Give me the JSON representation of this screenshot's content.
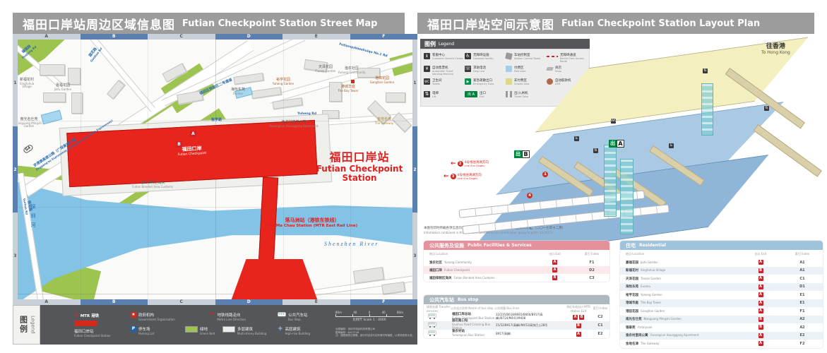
{
  "left_panel": {
    "title_zh": "福田口岸站周边区域信息图",
    "title_en": "Futian Checkpoint Station Street Map",
    "grid": {
      "cols": [
        "A",
        "B",
        "C",
        "D",
        "E",
        "F"
      ],
      "rows": [
        "1",
        "2",
        "3"
      ]
    },
    "labels": {
      "fuqiang": {
        "zh": "福强路",
        "en": "Fuqiang Rd"
      },
      "guohua": {
        "zh": "国花路",
        "en": "Guohua Rd"
      },
      "expressway": {
        "zh": "京港澳高速公路（广深高速公路）",
        "en": "Jinggang'ao Expressway (Guangzhou-shenzhen Expressway)"
      },
      "passage2": {
        "zh": "福田区保税区二号通道"
      },
      "passage1": {
        "en": "Futianqubaoshuiqu No.1 Rd"
      },
      "yuheng_rd": {
        "zh": "裕亨路",
        "en": "Yuheng Rd"
      },
      "guihua": {
        "zh": "桂花路",
        "en": "Guihua Rd"
      },
      "g4": "G4",
      "river_zh": "深圳河",
      "river_en": "Shenzhen River",
      "xinfuhua": {
        "zh": "新福花村",
        "en": "Xingfuhua Village"
      },
      "jiafu": {
        "zh": "嘉福花园",
        "en": "Jiafu Garden"
      },
      "nanguang": {
        "zh": "南光名仕苑",
        "en": "Nanguang Mingshi Garden"
      },
      "tianze": {
        "zh": "天泽花园",
        "en": "Tianze Garden"
      },
      "eureka": {
        "zh": "海怡东苑",
        "en": "Eureka"
      },
      "yuhengg": {
        "zh": "裕亨花园",
        "en": "Yuheng Garden"
      },
      "yunong": {
        "zh": "渔农社区",
        "en": "Yunong Community"
      },
      "baytower": {
        "zh": "港城华庭",
        "en": "The Bay Tower"
      },
      "gangtian": {
        "zh": "港田花园",
        "en": "Gangtian Garden"
      },
      "gateway": {
        "zh": "金地名津",
        "en": "The Gateway"
      },
      "ynapart": {
        "zh": "渔农村皇岗公寓",
        "en": "Yunongcun Huanggang Apartment"
      },
      "customs": {
        "zh": "福田保税区海关",
        "en": "Futian Bonded Area Customs"
      },
      "checkpoint": {
        "zh": "福田口岸",
        "en": "Futian Checkpoint"
      },
      "station_big": {
        "zh": "福田口岸站",
        "en": "Futian Checkpoint Station"
      },
      "lokmachau": {
        "zh": "落马洲站（港铁东铁线）",
        "en": "Lok Ma Chau Station (MTR East Rail Line)"
      },
      "exit_a": "A",
      "exit_b": "B"
    },
    "legend": {
      "tab_zh": "图例",
      "tab_en": "Legend",
      "mtr": "MTR 港铁",
      "station": {
        "zh": "福田口岸站",
        "en": "Futian Checkpoint Station"
      },
      "gov": {
        "zh": "政府机构",
        "en": "Government Organisation"
      },
      "parking": {
        "zh": "停车场",
        "en": "Parking Lot"
      },
      "green": {
        "zh": "绿地",
        "en": "Green Belt"
      },
      "metro_dir": {
        "zh": "地铁线路走向",
        "en": "Metro Line Direction"
      },
      "multi": {
        "zh": "多层建筑",
        "en": "Multi-storey Building"
      },
      "bus": {
        "zh": "公共汽车站",
        "en": "Bus Stop"
      },
      "highrise": {
        "zh": "高层建筑",
        "en": "High-rise Building"
      },
      "parking_p": "P",
      "gov_star": "★",
      "scale_ticks": [
        "80m",
        "40",
        "0",
        "40",
        "80m"
      ],
      "scale_label": "比例尺 Scale 1 : 4000",
      "fine_print": [
        "出图编制：深圳市测绘科技有限公司",
        "图审编号：6A2374B",
        "注：因图面表达需要，部分内容或与实际情况有偏差，以现场信息为准。"
      ]
    }
  },
  "right_panel": {
    "title_zh": "福田口岸站空间示意图",
    "title_en": "Futian Checkpoint Station Layout Plan",
    "legend": {
      "title_zh": "图例",
      "title_en": "Legend",
      "items": [
        {
          "icon": "customer-service",
          "zh": "客服中心",
          "en": "Customer Service Center"
        },
        {
          "icon": "wheelchair",
          "zh": "无障碍设施",
          "en": "Disabled Facility"
        },
        {
          "icon": "control-room",
          "zh": "车站控制室",
          "en": "Station Control Room"
        },
        {
          "icon": "barrier-free-route",
          "zh": "无障碍通道",
          "en": "Barrier Free Access Route"
        },
        {
          "icon": "tvm",
          "zh": "自动售票机",
          "en": "Automatic Ticket Vending Machine"
        },
        {
          "icon": "help-phone",
          "zh": "求助电话",
          "en": "Help Line"
        },
        {
          "icon": "paid-area",
          "zh": "付费区",
          "en": "Paid Area"
        },
        {
          "icon": "shop",
          "zh": "商店",
          "en": "Shop"
        },
        {
          "icon": "toilet",
          "zh": "卫生间",
          "en": "Toilets"
        },
        {
          "icon": "emergency-exit",
          "zh": "紧急疏散出口",
          "en": "Emergency Exits"
        },
        {
          "icon": "unpaid-area",
          "zh": "非付费区",
          "en": "Unpaid Area"
        },
        {
          "icon": "atm",
          "zh": "自动取款机",
          "en": "ATM"
        },
        {
          "icon": "lift",
          "zh": "电梯",
          "en": "Lift"
        },
        {
          "icon": "exit-sign",
          "zh": "出口",
          "en": "Exit"
        },
        {
          "icon": "ticket-gate",
          "zh": "出/入闸机",
          "en": "Ticket Gate"
        }
      ]
    },
    "to_hk": {
      "zh": "往香港",
      "en": "To Hong Kong"
    },
    "diagram": {
      "exit_prefix": "出",
      "exit_a": "A",
      "exit_b": "B",
      "platform_1": "1",
      "platform_4": "4",
      "arrows": [
        {
          "num": "2",
          "zh": "4号线往清湖方向",
          "en": "Line 4 to Qinghu"
        },
        {
          "num": "3",
          "zh": "4号线往清湖方向",
          "en": "Line 4 to Qinghu"
        }
      ]
    },
    "disclaimer_zh": "本图刊印时所载各项信息均已力求准确，如有错漏，概以各有关方面公布为准。（二〇一七年十二月）",
    "disclaimer_en": "Information contained in this leaflet is deemed to be correct when going to print (12/2017).",
    "tables": {
      "facilities": {
        "title_zh": "公共服务及设施",
        "title_en": "Public Facilities & Services",
        "col_location": "地点 Location",
        "col_exit": "出口 Exit",
        "col_index": "索引 Index",
        "rows": [
          {
            "zh": "渔农社区",
            "en": "Yunong Community",
            "exits": [
              "A"
            ],
            "index": "F1"
          },
          {
            "zh": "福田口岸",
            "en": "Futian Checkpoint",
            "exits": [
              "A"
            ],
            "index": "D2"
          },
          {
            "zh": "福田保税区海关",
            "en": "Futian Bonded Area Customs",
            "exits": [
              "B"
            ],
            "index": "C3"
          }
        ]
      },
      "bus": {
        "title_zh": "公共汽车站",
        "title_en": "Bus stop",
        "col_transfer": "接驳交通 Transfer services",
        "col_name": "公交站点名称 Name of bus stop",
        "col_lines": "公交线路 Bus lines",
        "col_exit": "邻近车站出口 MTR station Exit",
        "col_index": "索引 Index",
        "rows": [
          {
            "zh": "福田口岸总站",
            "en": "Futian Checkpoint Bus Station",
            "lines": "32/235/B618/B665/B666/B917(高峰)/B724/M441/M408",
            "exits": [
              "A",
              "B"
            ],
            "index": "C2"
          },
          {
            "zh": "国花路口站",
            "en": "Guohua Road Crossing Bus Station",
            "lines": "25/52/B917(高峰)/M453/高快巴士28号",
            "exits": [
              "B"
            ],
            "index": "C1"
          },
          {
            "zh": "渔农村站",
            "en": "Yunongcun Bus Station",
            "lines": "B917(高峰)",
            "exits": [
              "A"
            ],
            "index": "E2"
          }
        ]
      },
      "residential": {
        "title_zh": "住宅",
        "title_en": "Residential",
        "col_location": "地点 Location",
        "col_exit": "出口 Exit",
        "col_index": "索引 Index",
        "rows": [
          {
            "zh": "嘉福花园",
            "en": "Jiafu Garden",
            "exits": [
              "A"
            ],
            "index": "A1"
          },
          {
            "zh": "新福花村",
            "en": "Xingfuhua Village",
            "exits": [
              "B"
            ],
            "index": "A1"
          },
          {
            "zh": "天泽花园",
            "en": "Tianze Garden",
            "exits": [
              "A"
            ],
            "index": "C1"
          },
          {
            "zh": "海怡东苑",
            "en": "Eureka",
            "exits": [
              "A"
            ],
            "index": "D1"
          },
          {
            "zh": "裕亨花园",
            "en": "Yuheng Garden",
            "exits": [
              "A"
            ],
            "index": "E1"
          },
          {
            "zh": "港城华庭",
            "en": "The Bay Tower",
            "exits": [
              "A"
            ],
            "index": "E1"
          },
          {
            "zh": "港田花园",
            "en": "Gangtian Garden",
            "exits": [
              "A"
            ],
            "index": "F1"
          },
          {
            "zh": "南光名仕苑",
            "en": "Nanguang Mingshi Garden",
            "exits": [
              "B"
            ],
            "index": "A2"
          },
          {
            "zh": "银泰苑",
            "en": "Yintaiyuan",
            "exits": [
              "B"
            ],
            "index": "A2"
          },
          {
            "zh": "渔农村皇岗公寓",
            "en": "Yunongcun Huanggang Apartment",
            "exits": [
              "A"
            ],
            "index": "E2"
          },
          {
            "zh": "金地名津",
            "en": "The Gateway",
            "exits": [
              "A"
            ],
            "index": "F2"
          }
        ]
      }
    }
  }
}
